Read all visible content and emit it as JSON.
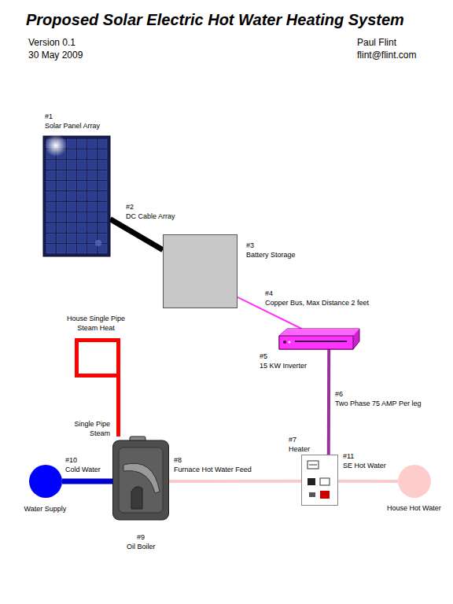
{
  "diagram": {
    "title": "Proposed Solar Electric Hot Water Heating System",
    "nodes": [
      {
        "text": [
          "#1",
          "Solar Panel Array"
        ]
      },
      {
        "text": [
          "#3",
          "Battery Storage"
        ]
      },
      {
        "text": [
          "House Single Pipe Steam Heat"
        ]
      },
      {
        "text": [
          "#5",
          "15 KW Inverter"
        ]
      },
      {
        "text": [
          "Water Supply"
        ]
      },
      {
        "text": [
          "#9",
          "Oil Boiler"
        ]
      },
      {
        "text": [
          "#7",
          "Heater"
        ]
      },
      {
        "text": [
          "House Hot Water"
        ]
      }
    ],
    "edges": [
      {
        "from": 0,
        "to": 1,
        "arrow": "none",
        "label": "DC Cable Array"
      },
      {
        "from": 1,
        "to": 3,
        "arrow": "none",
        "label": "Copper Bus, Max Distance 2 feet"
      },
      {
        "from": 3,
        "to": 6,
        "arrow": "none",
        "label": "Two Phase 75 AMP Per leg"
      },
      {
        "from": 4,
        "to": 5,
        "arrow": "none",
        "label": "Cold Water"
      },
      {
        "from": 5,
        "to": 2,
        "arrow": "none",
        "label": "Single Pipe Steam"
      },
      {
        "from": 5,
        "to": 6,
        "arrow": "none",
        "label": "Furnace Hot Water Feed"
      },
      {
        "from": 6,
        "to": 7,
        "arrow": "none",
        "label": "SE Hot Water"
      }
    ],
    "labels": [
      "Version 0.1",
      "30 May 2009",
      "Paul Flint",
      "flint@flint.com",
      "#2",
      "#4",
      "#6",
      "#8",
      "#10",
      "#11"
    ]
  }
}
